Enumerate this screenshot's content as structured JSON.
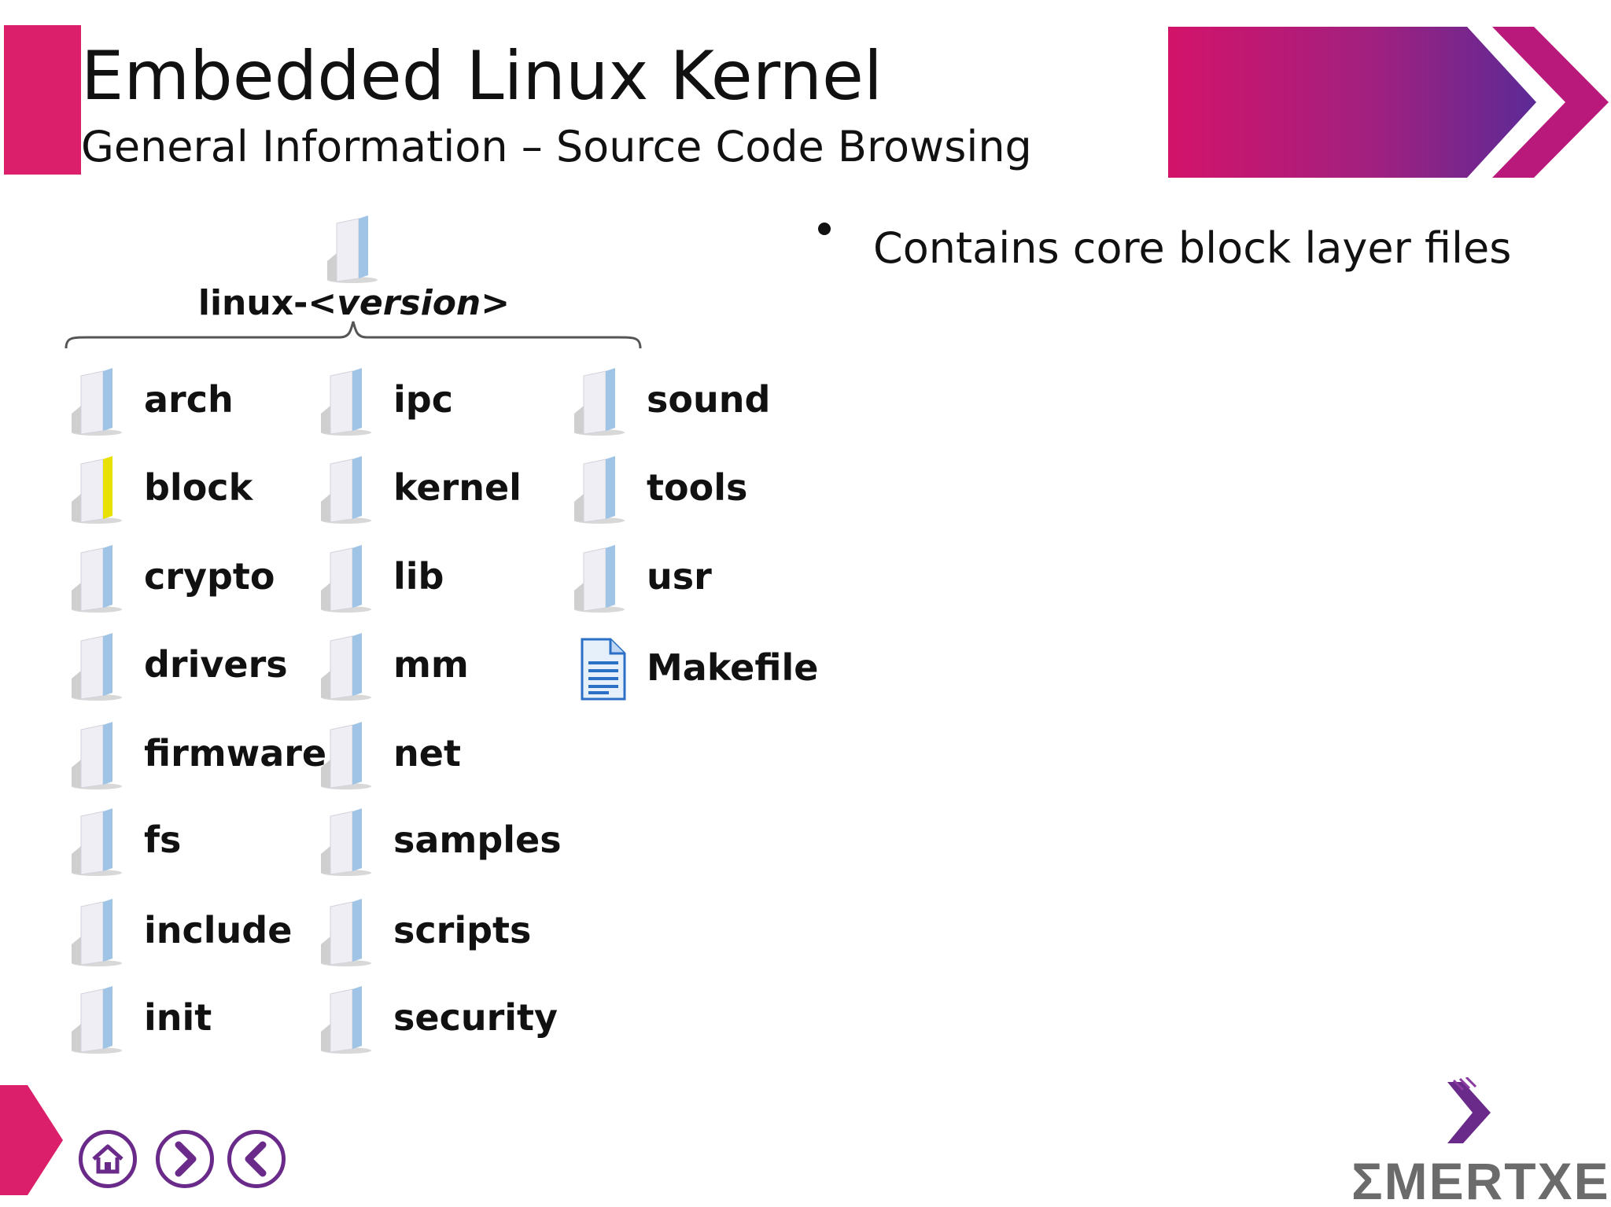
{
  "header": {
    "title": "Embedded Linux Kernel",
    "subtitle": "General Information – Source Code Browsing"
  },
  "tree": {
    "root_prefix": "linux-<",
    "root_version": "version",
    "root_suffix": ">",
    "columns": [
      [
        {
          "label": "arch",
          "icon": "folder-icon"
        },
        {
          "label": "block",
          "icon": "folder-highlighted-icon"
        },
        {
          "label": "crypto",
          "icon": "folder-icon"
        },
        {
          "label": "drivers",
          "icon": "folder-icon"
        },
        {
          "label": "firmware",
          "icon": "folder-icon"
        },
        {
          "label": "fs",
          "icon": "folder-icon"
        },
        {
          "label": "include",
          "icon": "folder-icon"
        },
        {
          "label": "init",
          "icon": "folder-icon"
        }
      ],
      [
        {
          "label": "ipc",
          "icon": "folder-icon"
        },
        {
          "label": "kernel",
          "icon": "folder-icon"
        },
        {
          "label": "lib",
          "icon": "folder-icon"
        },
        {
          "label": "mm",
          "icon": "folder-icon"
        },
        {
          "label": "net",
          "icon": "folder-icon"
        },
        {
          "label": "samples",
          "icon": "folder-icon"
        },
        {
          "label": "scripts",
          "icon": "folder-icon"
        },
        {
          "label": "security",
          "icon": "folder-icon"
        }
      ],
      [
        {
          "label": "sound",
          "icon": "folder-icon"
        },
        {
          "label": "tools",
          "icon": "folder-icon"
        },
        {
          "label": "usr",
          "icon": "folder-icon"
        },
        {
          "label": "Makefile",
          "icon": "document-icon"
        }
      ]
    ]
  },
  "bullets": [
    "Contains core block layer files"
  ],
  "footer": {
    "nav": [
      "home-icon",
      "next-icon",
      "previous-icon"
    ],
    "logo_text": "ΣMERTXE"
  },
  "colors": {
    "accent": "#dc1f6a",
    "purple": "#6a2a8a",
    "folder_highlight": "#e8e000",
    "folder_blue": "#9fc4e6"
  }
}
